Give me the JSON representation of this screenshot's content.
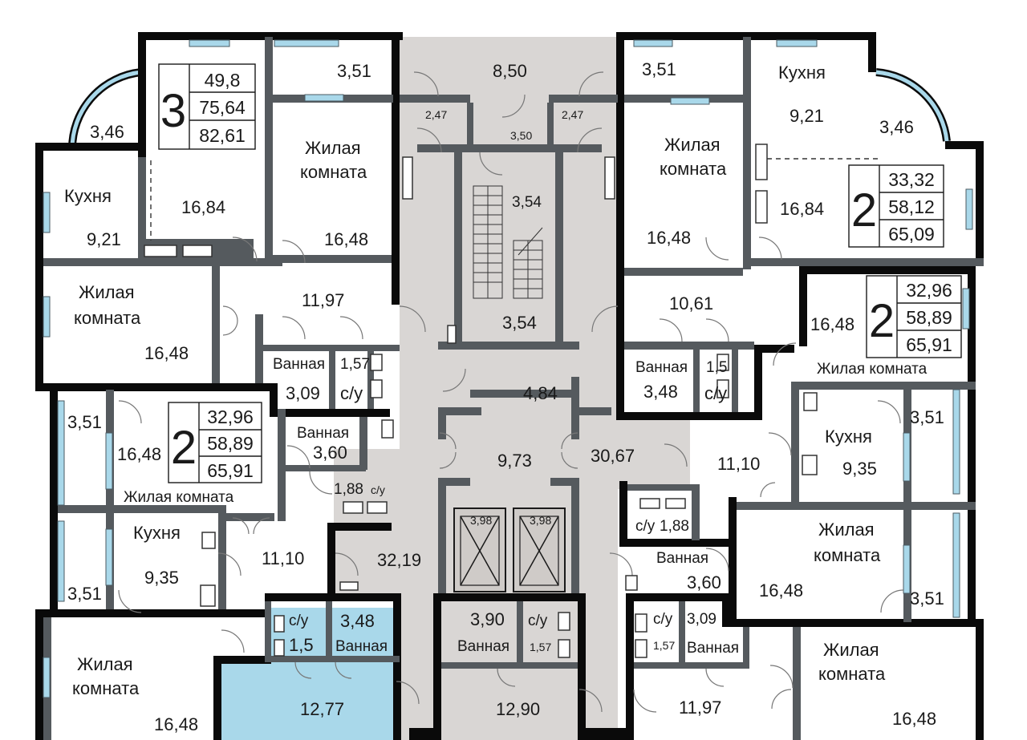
{
  "floorplan": {
    "apt_top_left": {
      "rooms_label": "3",
      "areas": [
        "49,8",
        "75,64",
        "82,61"
      ],
      "balcony": "3,46",
      "kitchen_label": "Кухня",
      "kitchen_area": "9,21",
      "room_area": "16,84",
      "living_label_1": "Жилая",
      "living_label_2": "комната",
      "living_area": "16,48",
      "storage_area": "3,51",
      "hall_area": "11,97",
      "living2_label_1": "Жилая",
      "living2_label_2": "комната",
      "living2_area": "16,48",
      "bath_label": "Ванная",
      "bath_area": "3,09",
      "wc_area": "1,57",
      "wc_label": "с/у"
    },
    "apt_top_right": {
      "rooms_label": "2",
      "areas": [
        "33,32",
        "58,12",
        "65,09"
      ],
      "storage_area": "3,51",
      "kitchen_label": "Кухня",
      "kitchen_area": "9,21",
      "balcony": "3,46",
      "living_label_1": "Жилая",
      "living_label_2": "комната",
      "living_area": "16,48",
      "room_area": "16,84",
      "hall_area": "10,61",
      "bath_label": "Ванная",
      "bath_area": "3,48",
      "wc_area": "1,5",
      "wc_label": "с/у"
    },
    "apt_mid_right": {
      "rooms_label": "2",
      "areas": [
        "32,96",
        "58,89",
        "65,91"
      ],
      "room_area": "16,48",
      "living_label": "Жилая комната",
      "storage_area": "3,51",
      "kitchen_label": "Кухня",
      "kitchen_area": "9,35",
      "hall_area": "11,10",
      "wc_label": "с/у",
      "wc_area": "1,88",
      "bath_label": "Ванная",
      "bath_area": "3,60",
      "living2_label_1": "Жилая",
      "living2_label_2": "комната",
      "living2_area": "16,48",
      "storage2_area": "3,51"
    },
    "apt_mid_left": {
      "rooms_label": "2",
      "areas": [
        "32,96",
        "58,89",
        "65,91"
      ],
      "storage_area": "3,51",
      "room_area": "16,48",
      "living_label": "Жилая комната",
      "bath_label": "Ванная",
      "bath_area": "3,60",
      "wc_area": "1,88",
      "wc_label": "с/у",
      "kitchen_label": "Кухня",
      "kitchen_area": "9,35",
      "storage2_area": "3,51",
      "hall_area": "11,10"
    },
    "apt_bottom_left": {
      "living_label_1": "Жилая",
      "living_label_2": "комната",
      "living_area": "16,48",
      "wc_label": "с/у",
      "wc_area": "1,5",
      "bath_area": "3,48",
      "bath_label": "Ванная",
      "hall_area": "12,77"
    },
    "apt_bottom_center": {
      "bath_area": "3,90",
      "bath_label": "Ванная",
      "wc_label": "с/у",
      "wc_area": "1,57",
      "hall_area": "12,90"
    },
    "apt_bottom_right": {
      "wc_label": "с/у",
      "wc_area": "1,57",
      "bath_area": "3,09",
      "bath_label": "Ванная",
      "living_label_1": "Жилая",
      "living_label_2": "комната",
      "living_area": "16,48",
      "hall_area": "11,97"
    },
    "common": {
      "vestibule_top": "8,50",
      "lobby_left": "2,47",
      "lobby_right": "2,47",
      "lobby_center": "3,50",
      "stair_upper": "3,54",
      "stair_lower": "3,54",
      "corridor_small": "4,84",
      "elevator_hall": "9,73",
      "corridor_right": "30,67",
      "corridor_left": "32,19",
      "elevator_left": "3,98",
      "elevator_right": "3,98"
    }
  },
  "colors": {
    "outer_wall": "#0a0a0a",
    "inner_wall": "#555a5e",
    "common_area": "#d9d6d4",
    "highlight": "#a9d8ea"
  }
}
